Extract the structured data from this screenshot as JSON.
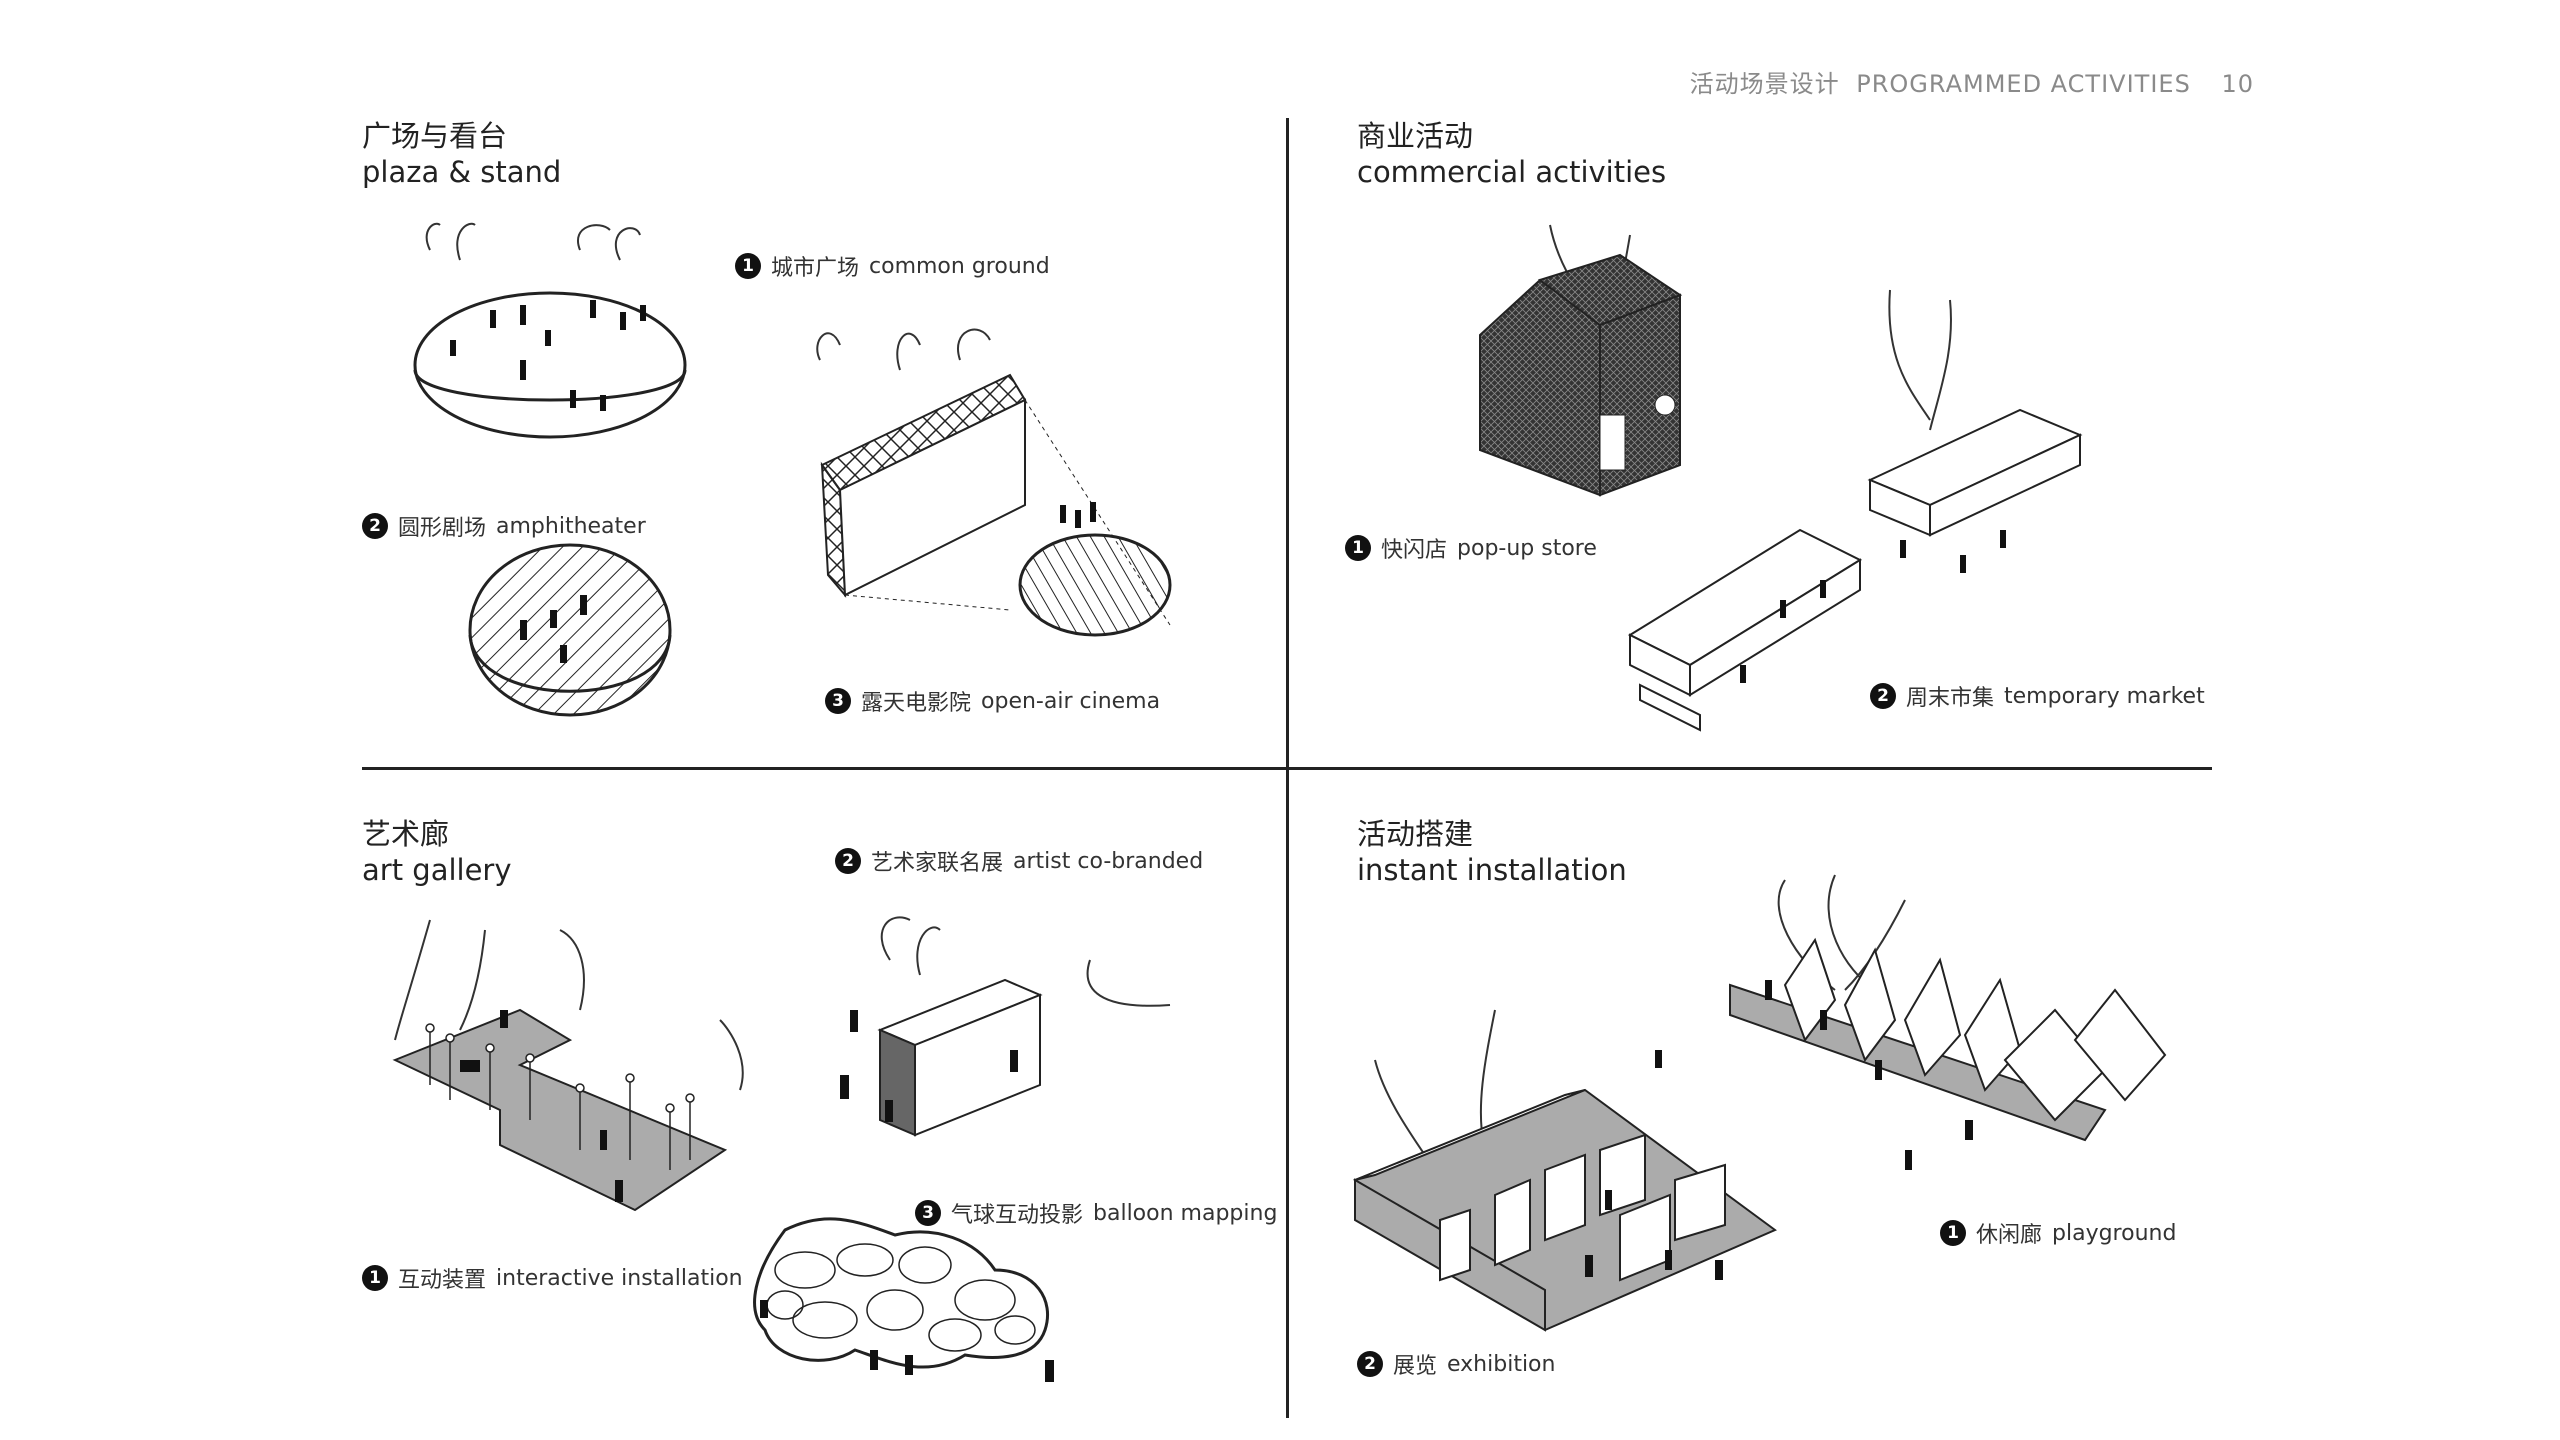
{
  "header": {
    "cn": "活动场景设计",
    "en": "PROGRAMMED ACTIVITIES",
    "page": "10"
  },
  "sections": {
    "plaza": {
      "title_cn": "广场与看台",
      "title_en": "plaza & stand",
      "items": [
        {
          "num": "1",
          "cn": "城市广场",
          "en": "common ground"
        },
        {
          "num": "2",
          "cn": "圆形剧场",
          "en": "amphitheater"
        },
        {
          "num": "3",
          "cn": "露天电影院",
          "en": "open-air cinema"
        }
      ]
    },
    "commercial": {
      "title_cn": "商业活动",
      "title_en": "commercial activities",
      "items": [
        {
          "num": "1",
          "cn": "快闪店",
          "en": "pop-up store"
        },
        {
          "num": "2",
          "cn": "周末市集",
          "en": "temporary market"
        }
      ]
    },
    "gallery": {
      "title_cn": "艺术廊",
      "title_en": "art gallery",
      "items": [
        {
          "num": "1",
          "cn": "互动装置",
          "en": "interactive installation"
        },
        {
          "num": "2",
          "cn": "艺术家联名展",
          "en": "artist co-branded"
        },
        {
          "num": "3",
          "cn": "气球互动投影",
          "en": "balloon mapping"
        }
      ]
    },
    "installation": {
      "title_cn": "活动搭建",
      "title_en": "instant installation",
      "items": [
        {
          "num": "1",
          "cn": "休闲廊",
          "en": "playground"
        },
        {
          "num": "2",
          "cn": "展览",
          "en": "exhibition"
        }
      ]
    }
  }
}
